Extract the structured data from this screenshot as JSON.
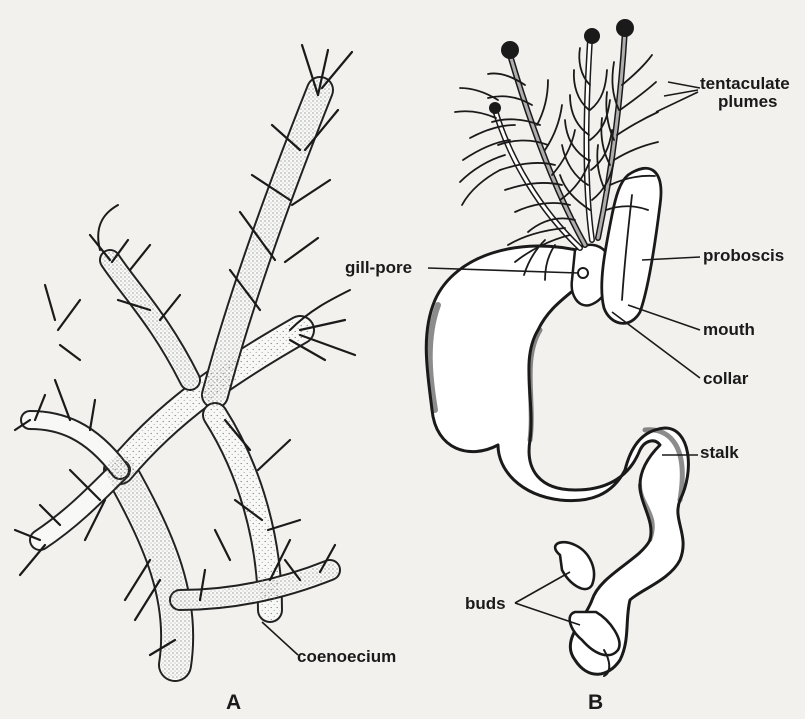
{
  "figures": {
    "a": {
      "caption": "A",
      "labels": {
        "coenoecium": "coenoecium"
      }
    },
    "b": {
      "caption": "B",
      "labels": {
        "tentaculate_line1": "tentaculate",
        "tentaculate_line2": "plumes",
        "gill_pore": "gill-pore",
        "proboscis": "proboscis",
        "mouth": "mouth",
        "collar": "collar",
        "stalk": "stalk",
        "buds": "buds"
      }
    }
  },
  "colors": {
    "ink": "#1a1a1a",
    "paper": "#f2f1ee",
    "body": "#ffffff",
    "stipple": "#6e6e6e"
  }
}
